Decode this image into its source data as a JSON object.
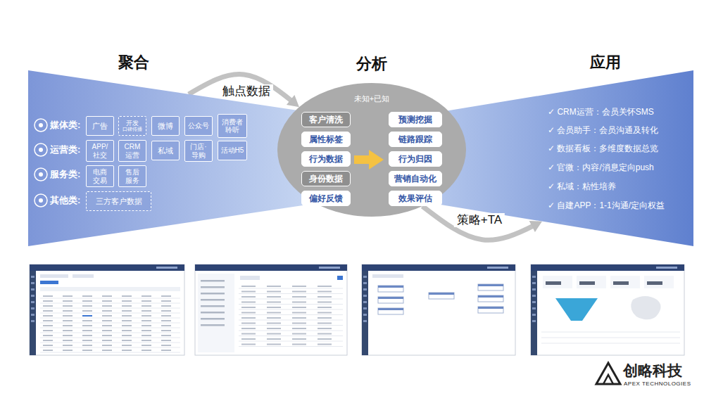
{
  "diagram": {
    "nodes": [
      {
        "text": [
          "聚合",
          "媒体类:",
          "运营类:",
          "服务类:",
          "其他类:"
        ]
      },
      {
        "text": [
          "广告"
        ],
        "in": 0
      },
      {
        "text": [
          "开发",
          "口碑传播"
        ],
        "in": 0
      },
      {
        "text": [
          "微博"
        ],
        "in": 0
      },
      {
        "text": [
          "公众号"
        ],
        "in": 0
      },
      {
        "text": [
          "消费者 聆听"
        ],
        "in": 0
      },
      {
        "text": [
          "APP/ 社交"
        ],
        "in": 0
      },
      {
        "text": [
          "CRM 运营"
        ],
        "in": 0
      },
      {
        "text": [
          "私域"
        ],
        "in": 0
      },
      {
        "text": [
          "门店· 导购"
        ],
        "in": 0
      },
      {
        "text": [
          "活动H5"
        ],
        "in": 0
      },
      {
        "text": [
          "电商 交易"
        ],
        "in": 0
      },
      {
        "text": [
          "售后 服务"
        ],
        "in": 0
      },
      {
        "text": [
          "三方客户数据"
        ],
        "in": 0
      },
      {
        "text": [
          "分析",
          "未知+已知"
        ]
      },
      {
        "text": [
          "客户清洗"
        ],
        "in": 14
      },
      {
        "text": [
          "属性标签"
        ],
        "in": 14
      },
      {
        "text": [
          "行为数据"
        ],
        "in": 14
      },
      {
        "text": [
          "身份数据"
        ],
        "in": 14
      },
      {
        "text": [
          "偏好反馈"
        ],
        "in": 14
      },
      {
        "text": [
          "预测挖掘"
        ],
        "in": 14
      },
      {
        "text": [
          "链路跟踪"
        ],
        "in": 14
      },
      {
        "text": [
          "行为归因"
        ],
        "in": 14
      },
      {
        "text": [
          "营销自动化"
        ],
        "in": 14
      },
      {
        "text": [
          "效果评估"
        ],
        "in": 14
      },
      {
        "text": [
          "应用",
          "✓ CRM运营：会员关怀SMS",
          "✓ 会员助手：会员沟通及转化",
          "✓ 数据看板：多维度数据总览",
          "✓ 官微：内容/消息定向push",
          "✓ 私域：粘性培养",
          "✓ 自建APP：1-1沟通/定向权益"
        ]
      }
    ],
    "edges": [
      {
        "from": 0,
        "to": 14,
        "label": "触点数据",
        "arrow": "to"
      },
      {
        "from": 14,
        "to": 25,
        "label": "策略+TA",
        "arrow": "to"
      }
    ],
    "labels": [
      "创略科技",
      "APEX TECHNOLOGIES"
    ]
  }
}
